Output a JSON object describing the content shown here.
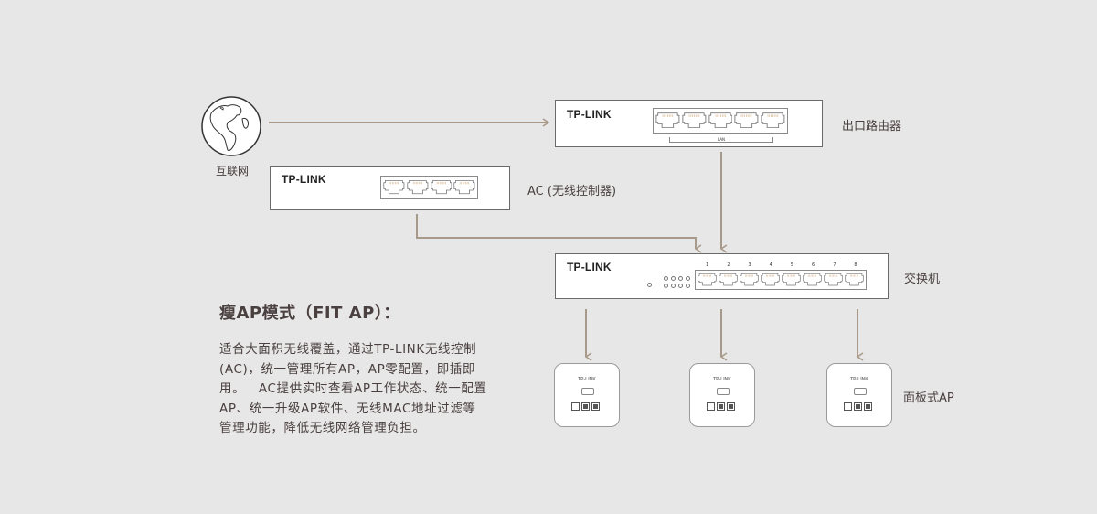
{
  "nodes": {
    "internet": {
      "label": "互联网",
      "icon": "globe-icon"
    },
    "router": {
      "brand": "TP-LINK",
      "label": "出口路由器",
      "port_count": 5,
      "port_group_label": "LAN"
    },
    "ac": {
      "brand": "TP-LINK",
      "label": "AC (无线控制器)",
      "port_count": 4
    },
    "switch": {
      "brand": "TP-LINK",
      "label": "交换机",
      "port_count": 8,
      "port_numbers": [
        "1",
        "2",
        "3",
        "4",
        "5",
        "6",
        "7",
        "8"
      ]
    },
    "panel_aps": {
      "label": "面板式AP",
      "count": 3,
      "brand": "TP-LINK"
    }
  },
  "description": {
    "title": "瘦AP模式（FIT AP）：",
    "lines": [
      "适合大面积无线覆盖，通过TP-LINK无线控制",
      "(AC)，统一管理所有AP，AP零配置，即插即",
      "用。   AC提供实时查看AP工作状态、统一配置",
      "AP、统一升级AP软件、无线MAC地址过滤等",
      "管理功能，降低无线网络管理负担。"
    ]
  },
  "colors": {
    "background": "#e8e7e7",
    "connector": "#a89a8a",
    "text": "#4a4040"
  }
}
